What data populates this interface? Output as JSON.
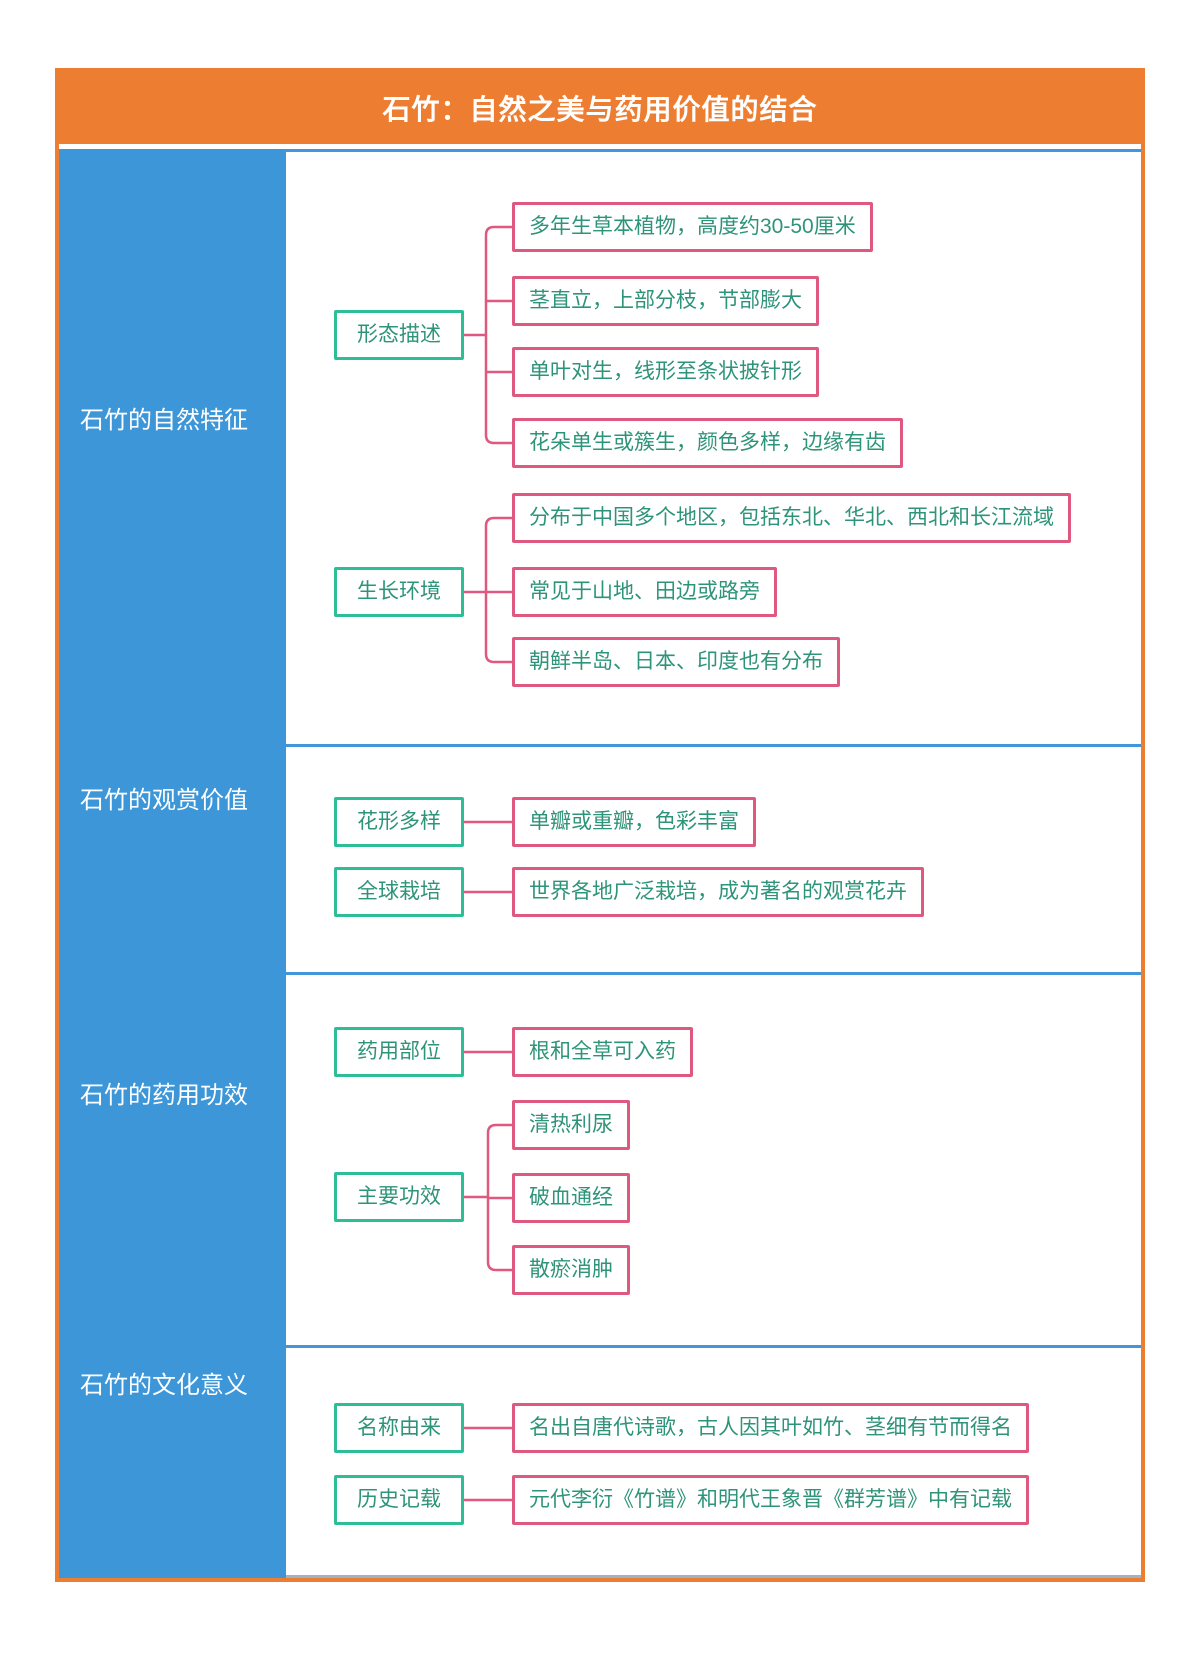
{
  "title": "石竹：自然之美与药用价值的结合",
  "diagram": {
    "sections": [
      {
        "sidebar_label": "石竹的自然特征",
        "groups": [
          {
            "topic": "形态描述",
            "details": [
              "多年生草本植物，高度约30-50厘米",
              "茎直立，上部分枝，节部膨大",
              "单叶对生，线形至条状披针形",
              "花朵单生或簇生，颜色多样，边缘有齿"
            ]
          },
          {
            "topic": "生长环境",
            "details": [
              "分布于中国多个地区，包括东北、华北、西北和长江流域",
              "常见于山地、田边或路旁",
              "朝鲜半岛、日本、印度也有分布"
            ]
          }
        ]
      },
      {
        "sidebar_label": "石竹的观赏价值",
        "groups": [
          {
            "topic": "花形多样",
            "details": [
              "单瓣或重瓣，色彩丰富"
            ]
          },
          {
            "topic": "全球栽培",
            "details": [
              "世界各地广泛栽培，成为著名的观赏花卉"
            ]
          }
        ]
      },
      {
        "sidebar_label": "石竹的药用功效",
        "groups": [
          {
            "topic": "药用部位",
            "details": [
              "根和全草可入药"
            ]
          },
          {
            "topic": "主要功效",
            "details": [
              "清热利尿",
              "破血通经",
              "散瘀消肿"
            ]
          }
        ]
      },
      {
        "sidebar_label": "石竹的文化意义",
        "groups": [
          {
            "topic": "名称由来",
            "details": [
              "名出自唐代诗歌，古人因其叶如竹、茎细有节而得名"
            ]
          },
          {
            "topic": "历史记载",
            "details": [
              "元代李衍《竹谱》和明代王象晋《群芳谱》中有记载"
            ]
          }
        ]
      }
    ]
  },
  "colors": {
    "header_bg": "#ED7D31",
    "sidebar_bg": "#3C96D8",
    "divider_blue": "#4296D9",
    "topic_border_green": "#2CBE96",
    "detail_border_pink": "#DE587F",
    "node_text_green": "#2E9479",
    "title_text": "#FFFFFF"
  }
}
